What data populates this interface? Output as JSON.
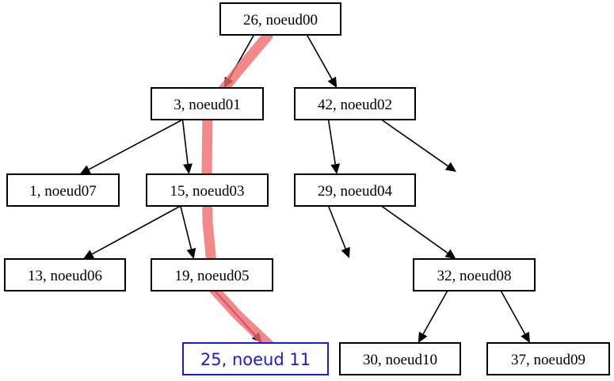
{
  "nodes": [
    {
      "id": "noeud00",
      "label": "26, noeud00"
    },
    {
      "id": "noeud01",
      "label": "3, noeud01"
    },
    {
      "id": "noeud02",
      "label": "42, noeud02"
    },
    {
      "id": "noeud07",
      "label": "1, noeud07"
    },
    {
      "id": "noeud03",
      "label": "15, noeud03"
    },
    {
      "id": "noeud04",
      "label": "29, noeud04"
    },
    {
      "id": "noeud06",
      "label": "13, noeud06"
    },
    {
      "id": "noeud05",
      "label": "19, noeud05"
    },
    {
      "id": "noeud08",
      "label": "32, noeud08"
    },
    {
      "id": "noeud10",
      "label": "30, noeud10"
    },
    {
      "id": "noeud09",
      "label": "37, noeud09"
    }
  ],
  "new_node": {
    "label": "25, noeud 11",
    "color": "#1a1ad8"
  },
  "edges": [
    {
      "from": "noeud00",
      "to": "noeud01"
    },
    {
      "from": "noeud00",
      "to": "noeud02"
    },
    {
      "from": "noeud01",
      "to": "noeud07"
    },
    {
      "from": "noeud01",
      "to": "noeud03"
    },
    {
      "from": "noeud02",
      "to": "noeud04"
    },
    {
      "from": "noeud02",
      "to": null
    },
    {
      "from": "noeud03",
      "to": "noeud06"
    },
    {
      "from": "noeud03",
      "to": "noeud05"
    },
    {
      "from": "noeud04",
      "to": null
    },
    {
      "from": "noeud04",
      "to": "noeud08"
    },
    {
      "from": "noeud08",
      "to": "noeud10"
    },
    {
      "from": "noeud08",
      "to": "noeud09"
    },
    {
      "from": "noeud05",
      "to": "noeud11"
    }
  ],
  "highlight": {
    "path": [
      "noeud00",
      "noeud01",
      "noeud03",
      "noeud05",
      "noeud11"
    ],
    "color": "#f06a6a",
    "insert_edge_color": "#5a0fa0"
  }
}
